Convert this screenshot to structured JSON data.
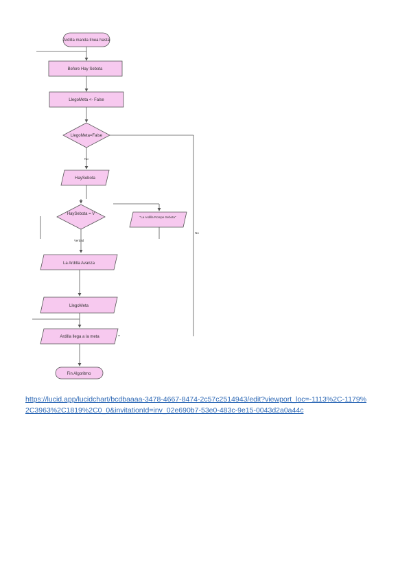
{
  "flowchart": {
    "start": "Ardilla manda línea hasta",
    "step_init": "Before Hay Sebota",
    "step_assign": "LlegoMeta <- False",
    "decision_loop": "LlegoMeta=False",
    "decision_loop_yes": "No",
    "decision_loop_no": "No",
    "io_read": "HaySebota",
    "decision_sebota": "HaySebota = V",
    "decision_sebota_yes": "Verdad",
    "io_message": "\"La Ardilla Rompe Sebota\"",
    "io_advance": "La Ardilla Avanza",
    "io_goal": "LlegoMeta",
    "io_arrive": "Ardilla llega a la meta",
    "end": "Fin Algoritmo"
  },
  "colors": {
    "node_fill": "#f7c9ef",
    "node_stroke": "#555555",
    "line": "#555555"
  },
  "link": "https://lucid.app/lucidchart/bcdbaaaa-3478-4667-8474-2c57c2514943/edit?viewport_loc=-1113%2C-1179%2C3963%2C1819%2C0_0&invitationId=inv_02e690b7-53e0-483c-9e15-0043d2a0a44c"
}
